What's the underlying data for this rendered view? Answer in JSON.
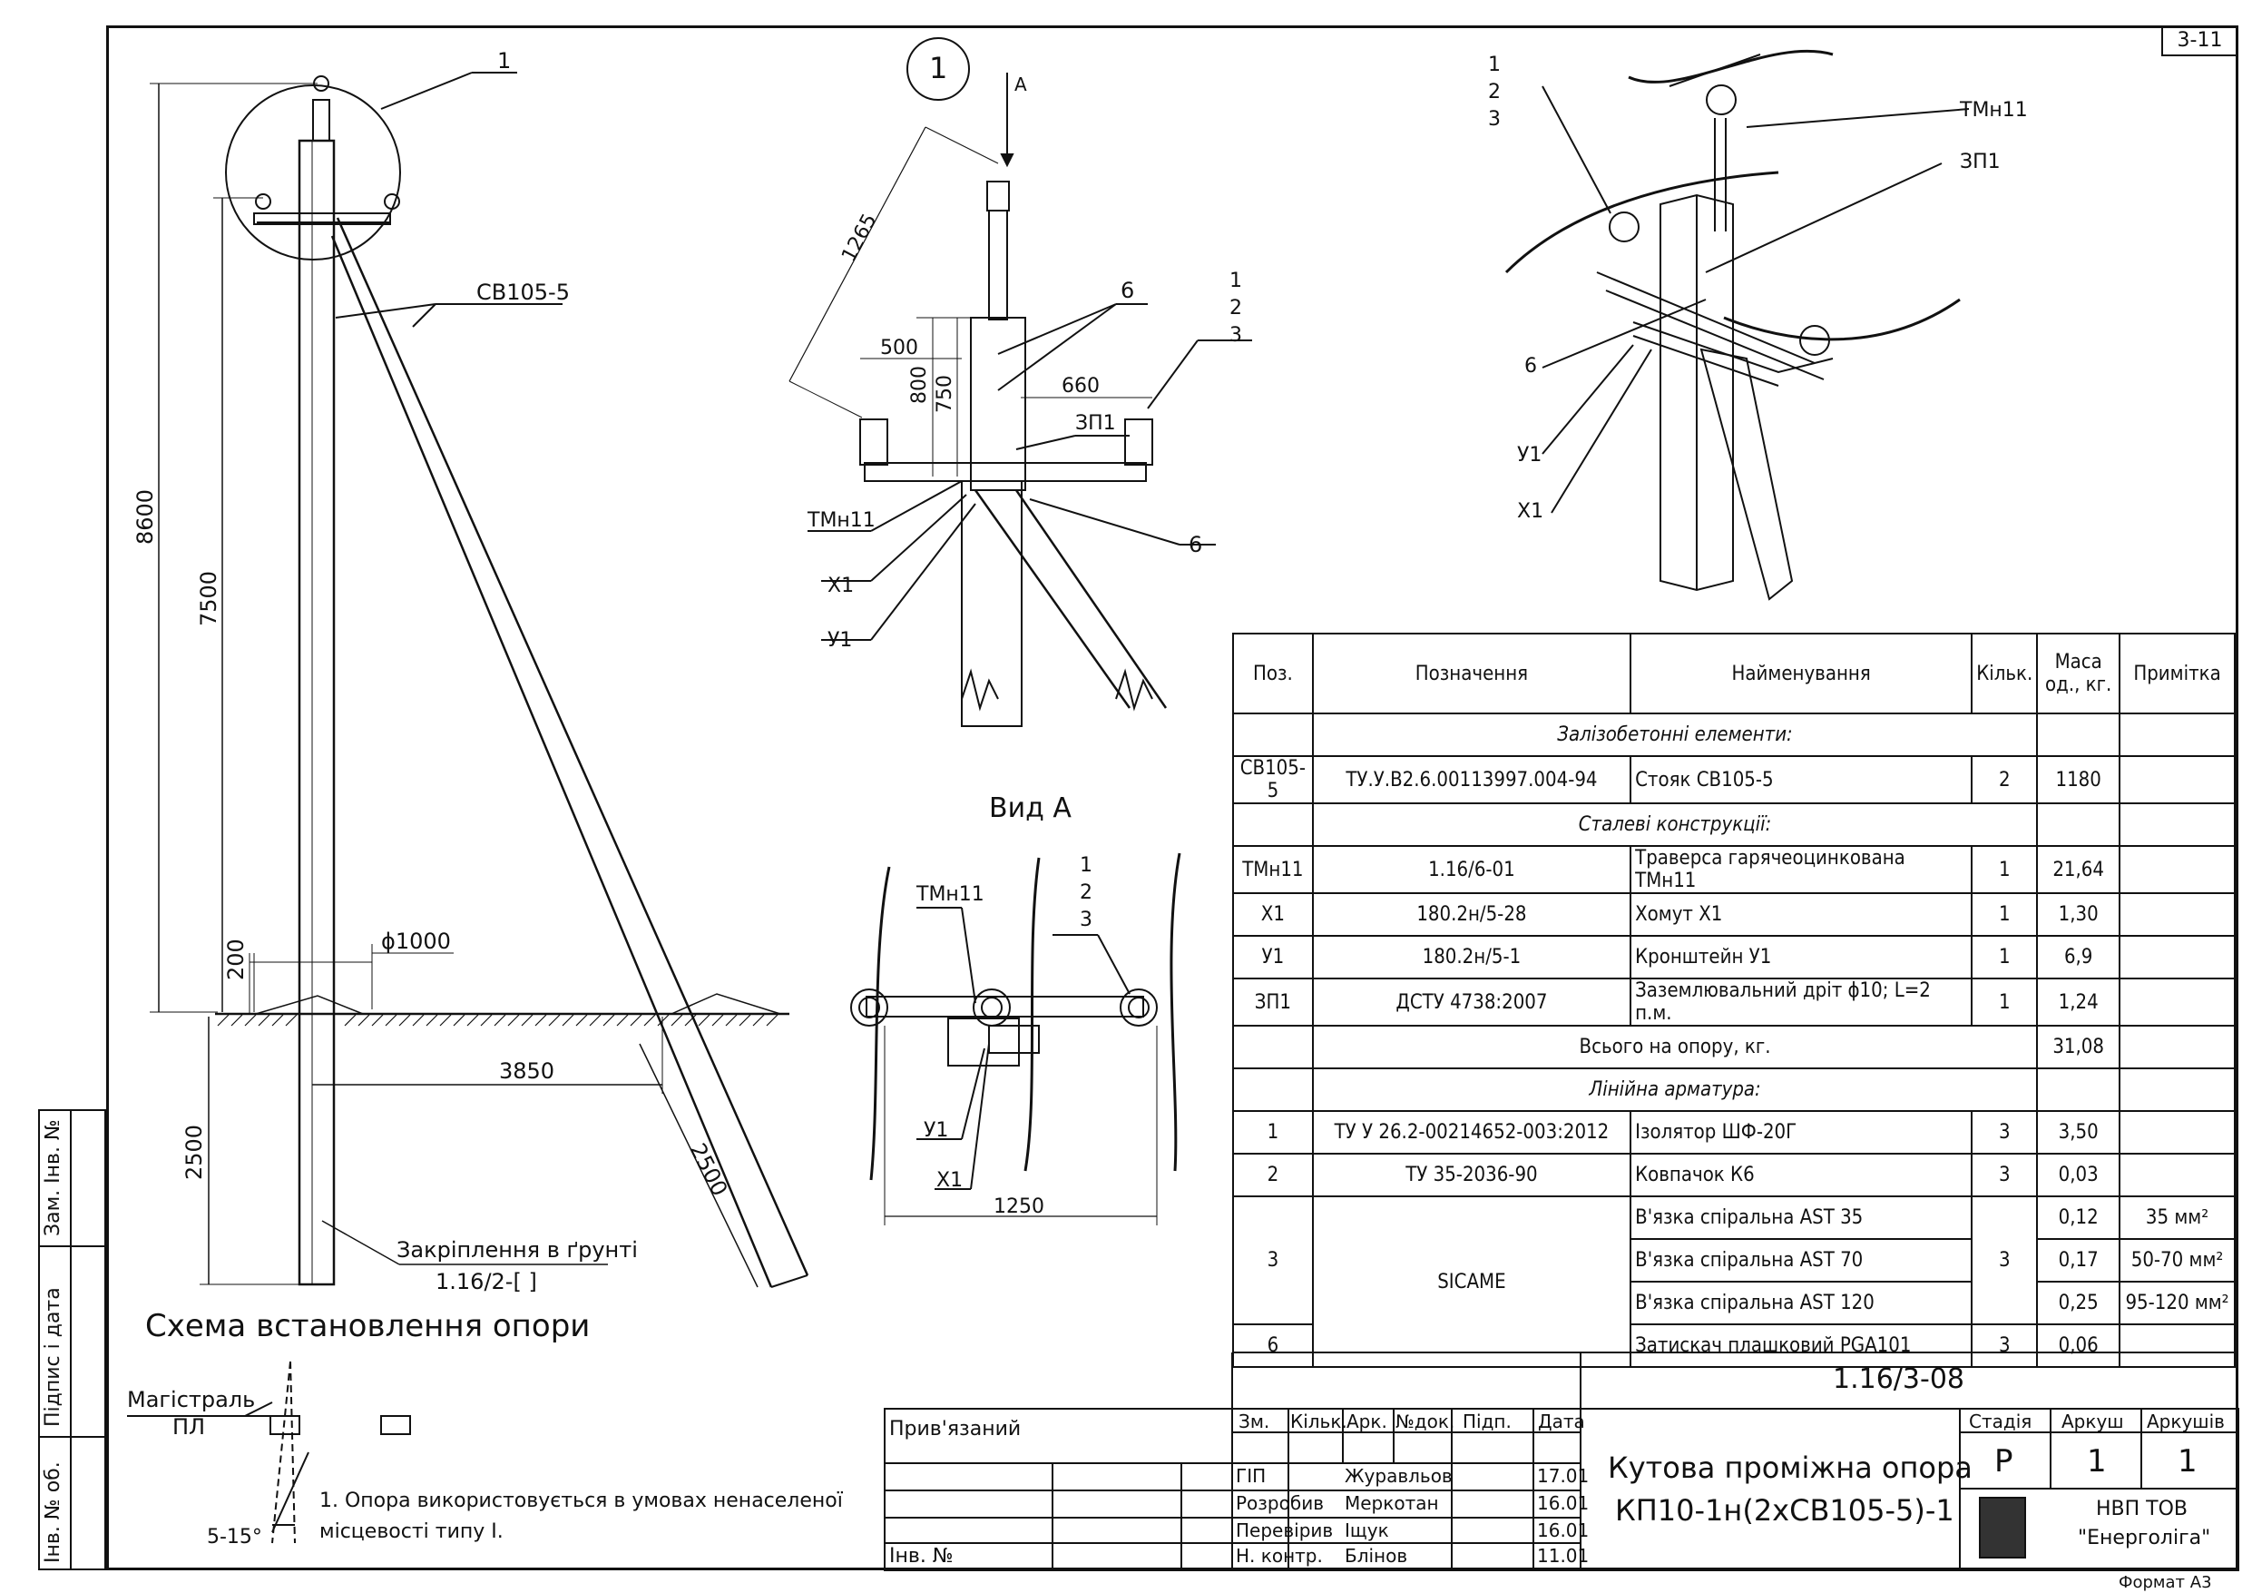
{
  "sheet_code": "3-11",
  "format_label": "Формат А3",
  "left_stamp": {
    "zam_inv": "Зам. Інв. №",
    "pidpys": "Підпис і дата",
    "inv_pid": "Інв. № об."
  },
  "main_drawing": {
    "callout_1": "1",
    "pole_label": "СВ105-5",
    "dim_8600": "8600",
    "dim_7500": "7500",
    "dim_2500_left": "2500",
    "dim_200": "200",
    "dim_phi1000": "ϕ1000",
    "dim_3850": "3850",
    "dim_2500_strut": "2500",
    "fixing_label": "Закріплення в ґрунті",
    "fixing_ref": "1.16/2-[    ]"
  },
  "scheme": {
    "title": "Схема встановлення опори",
    "magistral": "Магістраль",
    "pl": "ПЛ",
    "angle": "5-15°",
    "note": "1. Опора використовується в умовах ненаселеної",
    "note2": "місцевості типу І."
  },
  "detail1": {
    "circle": "1",
    "arrow_a": "A",
    "dim_1265": "1265",
    "dim_500": "500",
    "dim_800": "800",
    "dim_750": "750",
    "dim_660": "660",
    "lbl_6a": "6",
    "lbl_6b": "6",
    "lbl_zp1": "ЗП1",
    "lbl_tmn11": "ТМн11",
    "lbl_x1": "Х1",
    "lbl_u1": "У1",
    "stack": [
      "1",
      "2",
      "3"
    ]
  },
  "view_a": {
    "title": "Вид А",
    "lbl_tmn11": "ТМн11",
    "lbl_u1": "У1",
    "lbl_x1": "Х1",
    "dim_1250": "1250",
    "stack": [
      "1",
      "2",
      "3"
    ]
  },
  "iso": {
    "stack": [
      "1",
      "2",
      "3"
    ],
    "lbl_tmn11": "ТМн11",
    "lbl_zp1": "ЗП1",
    "lbl_6": "6",
    "lbl_u1": "У1",
    "lbl_x1": "Х1"
  },
  "spec_table": {
    "headers": [
      "Поз.",
      "Позначення",
      "Найменування",
      "Кільк.",
      "Маса од., кг.",
      "Примітка"
    ],
    "sect_concrete": "Залізобетонні елементи:",
    "row_sv": [
      "СВ105-5",
      "ТУ.У.В2.6.00113997.004-94",
      "Стояк СВ105-5",
      "2",
      "1180",
      ""
    ],
    "sect_steel": "Сталеві конструкції:",
    "row_tmn": [
      "ТМн11",
      "1.16/6-01",
      "Траверса гарячеоцинкована ТМн11",
      "1",
      "21,64",
      ""
    ],
    "row_x1": [
      "Х1",
      "180.2н/5-28",
      "Хомут Х1",
      "1",
      "1,30",
      ""
    ],
    "row_u1": [
      "У1",
      "180.2н/5-1",
      "Кронштейн У1",
      "1",
      "6,9",
      ""
    ],
    "row_zp1": [
      "ЗП1",
      "ДСТУ 4738:2007",
      "Заземлювальний дріт ϕ10; L=2 п.м.",
      "1",
      "1,24",
      ""
    ],
    "total_label": "Всього на опору, кг.",
    "total_value": "31,08",
    "sect_line": "Лінійна арматура:",
    "row_1": [
      "1",
      "ТУ У 26.2-00214652-003:2012",
      "Ізолятор ШФ-20Г",
      "3",
      "3,50",
      ""
    ],
    "row_2": [
      "2",
      "ТУ 35-2036-90",
      "Ковпачок К6",
      "3",
      "0,03",
      ""
    ],
    "row_3_pos": "3",
    "row_3_des": "SICAME",
    "row_3_qty": "3",
    "row_3a": [
      "В'язка спіральна AST 35",
      "0,12",
      "35 мм²"
    ],
    "row_3b": [
      "В'язка спіральна AST 70",
      "0,17",
      "50-70 мм²"
    ],
    "row_3c": [
      "В'язка спіральна AST 120",
      "0,25",
      "95-120 мм²"
    ],
    "row_6": [
      "6",
      "",
      "Затискач плашковий PGA101",
      "3",
      "0,06",
      ""
    ]
  },
  "title_block": {
    "code": "1.16/3-08",
    "pryviazanyi": "Прив'язаний",
    "inv_no": "Інв. №",
    "col_heads": [
      "Зм.",
      "Кільк.",
      "Арк.",
      "№док.",
      "Підп.",
      "Дата"
    ],
    "people": [
      {
        "role": "ГІП",
        "name": "Журавльов",
        "date": "17.01"
      },
      {
        "role": "Розробив",
        "name": "Меркотан",
        "date": "16.01"
      },
      {
        "role": "Перевірив",
        "name": "Іщук",
        "date": "16.01"
      },
      {
        "role": "Н. контр.",
        "name": "Блінов",
        "date": "11.01"
      }
    ],
    "title_line1": "Кутова проміжна опора",
    "title_line2": "КП10-1н(2хСВ105-5)-1",
    "stadia_h": "Стадія",
    "arkush_h": "Аркуш",
    "arkushiv_h": "Аркушів",
    "stadia": "Р",
    "arkush": "1",
    "arkushiv": "1",
    "company1": "НВП ТОВ",
    "company2": "\"Енерголіга\""
  }
}
